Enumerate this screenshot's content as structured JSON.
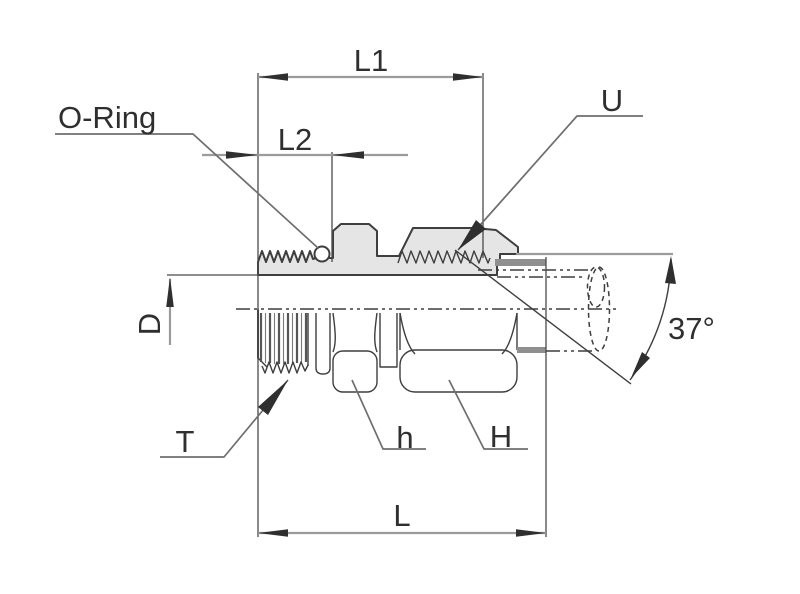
{
  "diagram": {
    "type": "technical-drawing",
    "subject": "37 degree flare bulkhead fitting, half-section view",
    "callouts": {
      "o_ring": "O-Ring",
      "u": "U",
      "d": "D",
      "t": "T",
      "hex_small": "h",
      "hex_large": "H"
    },
    "dimensions": {
      "l1": "L1",
      "l2": "L2",
      "l": "L",
      "flare_angle": "37°"
    },
    "colors": {
      "background": "#ffffff",
      "part_fill": "#e5e5e5",
      "part_outline": "#3e3e3e",
      "sleeve": "#8f8f8f",
      "dimension_line": "#9b9b9b",
      "extension_line": "#4a4a4a",
      "leader_line": "#6e6e6e",
      "arrow": "#2f2f2f",
      "text": "#2f2f2f"
    }
  }
}
